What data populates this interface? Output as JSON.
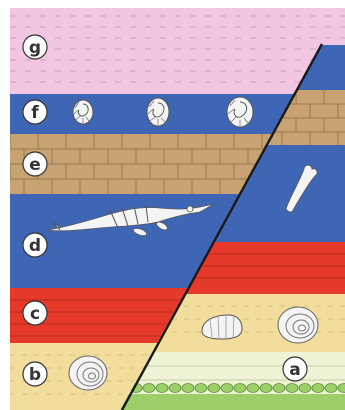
{
  "diagram": {
    "labels": {
      "a": "a",
      "b": "b",
      "c": "c",
      "d": "d",
      "e": "e",
      "f": "f",
      "g": "g"
    },
    "colors": {
      "pink_layer": "#f2c6e2",
      "blue_layer": "#3f66b4",
      "brick_layer": "#c8a273",
      "red_layer": "#e53a2a",
      "sand_layer": "#f2dd9c",
      "limestone_layer": "#eef3d6",
      "pebble": "#9ccf6a",
      "green_base": "#9ccf6a",
      "fossil": "#f4f4f4",
      "outline": "#333333"
    },
    "icons": [
      "ammonite-fossil-icon",
      "ichthyosaur-skeleton-icon",
      "bone-fossil-icon",
      "shell-fossil-icon",
      "coral-fossil-icon"
    ]
  }
}
